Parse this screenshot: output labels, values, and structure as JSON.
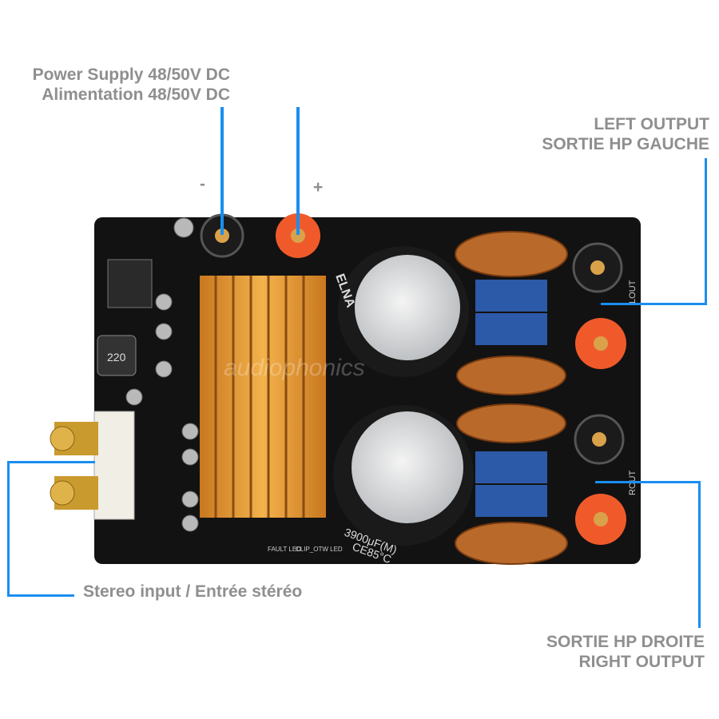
{
  "labels": {
    "power_line1": "Power Supply 48/50V DC",
    "power_line2": "Alimentation 48/50V DC",
    "minus": "-",
    "plus": "+",
    "left_line1": "LEFT OUTPUT",
    "left_line2": "SORTIE HP GAUCHE",
    "stereo_input": "Stereo input /  Entrée stéréo",
    "right_line1": "SORTIE HP DROITE",
    "right_line2": "RIGHT OUTPUT"
  },
  "board": {
    "cap_text": "3900μF(M)",
    "cap_temp": "CE85°C",
    "cap_brand": "ELNA",
    "inductor": "220",
    "lout": "LOUT",
    "rout": "ROUT",
    "fault_led": "FAULT LED",
    "clip_led": "CLIP_OTW LED",
    "watermark": "audiophonics"
  },
  "colors": {
    "accent": "#1a8ef0",
    "label": "#8f8f8f",
    "board": "#111111",
    "heatsink": "#e8a13a"
  }
}
